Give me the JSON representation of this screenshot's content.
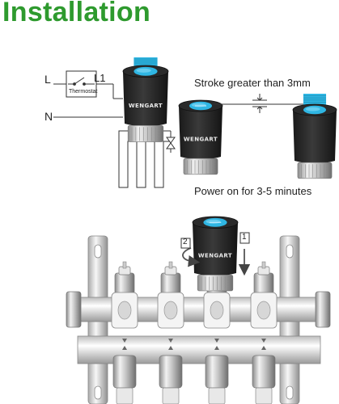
{
  "title": "Installation",
  "colors": {
    "title": "#2e9a2e",
    "cap": "#2fb6e3",
    "body": "#222222",
    "line": "#333333"
  },
  "wiring": {
    "live": "L",
    "live_out": "L1",
    "neutral": "N",
    "thermostat": "Thermostat"
  },
  "brand": "WENGART",
  "stroke_label": "Stroke greater than 3mm",
  "power_label": "Power on for 3-5 minutes",
  "steps": {
    "step1": "1",
    "step2": "2"
  },
  "icons": [
    "rotate-arrow-icon",
    "down-arrow-icon",
    "switch-icon",
    "valve-icon"
  ]
}
